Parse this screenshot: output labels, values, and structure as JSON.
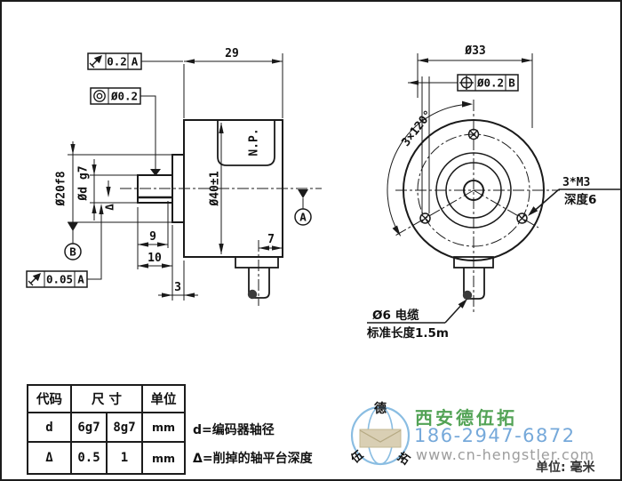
{
  "side_view": {
    "np_label": "N.P.",
    "dims": {
      "width_29": "29",
      "dia_40": "Ø40±1",
      "dia_20": "Ø20f8",
      "dia_d": "Ød g7",
      "delta": "Δ",
      "len_9": "9",
      "len_10": "10",
      "len_3": "3",
      "len_7": "7"
    },
    "fcf_top": {
      "tol": "0.2",
      "datum": "A"
    },
    "fcf_concentricity": {
      "tol": "Ø0.2"
    },
    "fcf_runout": {
      "tol": "0.05",
      "datum": "A"
    },
    "datum_a": "A",
    "datum_b": "B"
  },
  "front_view": {
    "dims": {
      "dia_33": "Ø33",
      "angle": "3×120°"
    },
    "fcf_position": {
      "tol": "Ø0.2",
      "datum": "B"
    },
    "screw_note_line1": "3*M3",
    "screw_note_line2": "深度6",
    "cable_note_line1": "Ø6 电缆",
    "cable_note_line2": "标准长度1.5m"
  },
  "table": {
    "header": {
      "code": "代码",
      "size": "尺 寸",
      "unit": "单位"
    },
    "rows": [
      {
        "code": "d",
        "v1": "6g7",
        "v2": "8g7",
        "unit": "mm"
      },
      {
        "code": "Δ",
        "v1": "0.5",
        "v2": "1",
        "unit": "mm"
      }
    ],
    "notes": [
      "d=编码器轴径",
      "Δ=削掉的轴平台深度"
    ]
  },
  "watermark": {
    "company": "西安德伍拓",
    "phone": "186-2947-6872",
    "website": "www.cn-hengstler.com",
    "unit_label": "单位: 毫米",
    "logo_chars": {
      "top": "德",
      "left": "伍",
      "right": "拓"
    },
    "colors": {
      "green": "#53a356",
      "blue": "#76a9da",
      "gray": "#9d9d9d",
      "logo_blue": "#8abde2",
      "envelope_tan": "#d9cfb4"
    }
  }
}
